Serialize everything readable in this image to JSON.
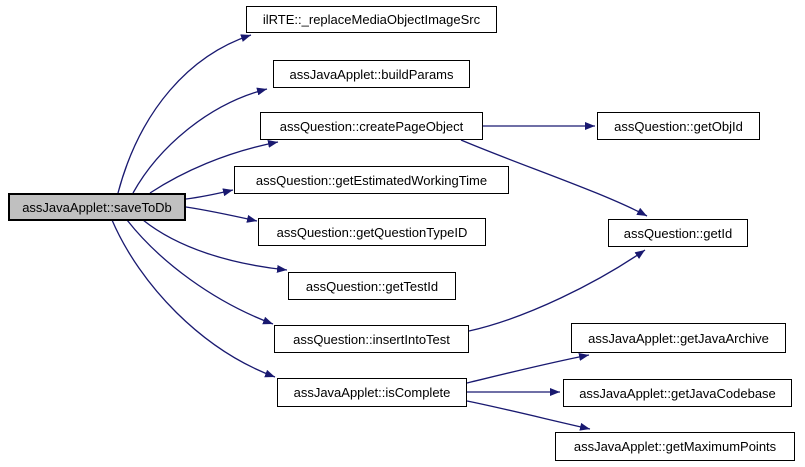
{
  "diagram": {
    "kind": "call-graph",
    "edge_color": "#191970",
    "root_fill_color": "#c0c0c0",
    "node_border_color": "#000000",
    "background_color": "#ffffff",
    "nodes": {
      "saveToDb": {
        "label": "assJavaApplet::saveToDb"
      },
      "replaceMediaObjectImageSrc": {
        "label": "ilRTE::_replaceMediaObjectImageSrc"
      },
      "buildParams": {
        "label": "assJavaApplet::buildParams"
      },
      "createPageObject": {
        "label": "assQuestion::createPageObject"
      },
      "getEstimatedWorkingTime": {
        "label": "assQuestion::getEstimatedWorkingTime"
      },
      "getQuestionTypeID": {
        "label": "assQuestion::getQuestionTypeID"
      },
      "getTestId": {
        "label": "assQuestion::getTestId"
      },
      "insertIntoTest": {
        "label": "assQuestion::insertIntoTest"
      },
      "isComplete": {
        "label": "assJavaApplet::isComplete"
      },
      "getObjId": {
        "label": "assQuestion::getObjId"
      },
      "getId": {
        "label": "assQuestion::getId"
      },
      "getJavaArchive": {
        "label": "assJavaApplet::getJavaArchive"
      },
      "getJavaCodebase": {
        "label": "assJavaApplet::getJavaCodebase"
      },
      "getMaximumPoints": {
        "label": "assJavaApplet::getMaximumPoints"
      }
    },
    "edges": [
      {
        "from": "saveToDb",
        "to": "replaceMediaObjectImageSrc"
      },
      {
        "from": "saveToDb",
        "to": "buildParams"
      },
      {
        "from": "saveToDb",
        "to": "createPageObject"
      },
      {
        "from": "saveToDb",
        "to": "getEstimatedWorkingTime"
      },
      {
        "from": "saveToDb",
        "to": "getQuestionTypeID"
      },
      {
        "from": "saveToDb",
        "to": "getTestId"
      },
      {
        "from": "saveToDb",
        "to": "insertIntoTest"
      },
      {
        "from": "saveToDb",
        "to": "isComplete"
      },
      {
        "from": "createPageObject",
        "to": "getObjId"
      },
      {
        "from": "createPageObject",
        "to": "getId"
      },
      {
        "from": "insertIntoTest",
        "to": "getId"
      },
      {
        "from": "isComplete",
        "to": "getJavaArchive"
      },
      {
        "from": "isComplete",
        "to": "getJavaCodebase"
      },
      {
        "from": "isComplete",
        "to": "getMaximumPoints"
      }
    ]
  }
}
